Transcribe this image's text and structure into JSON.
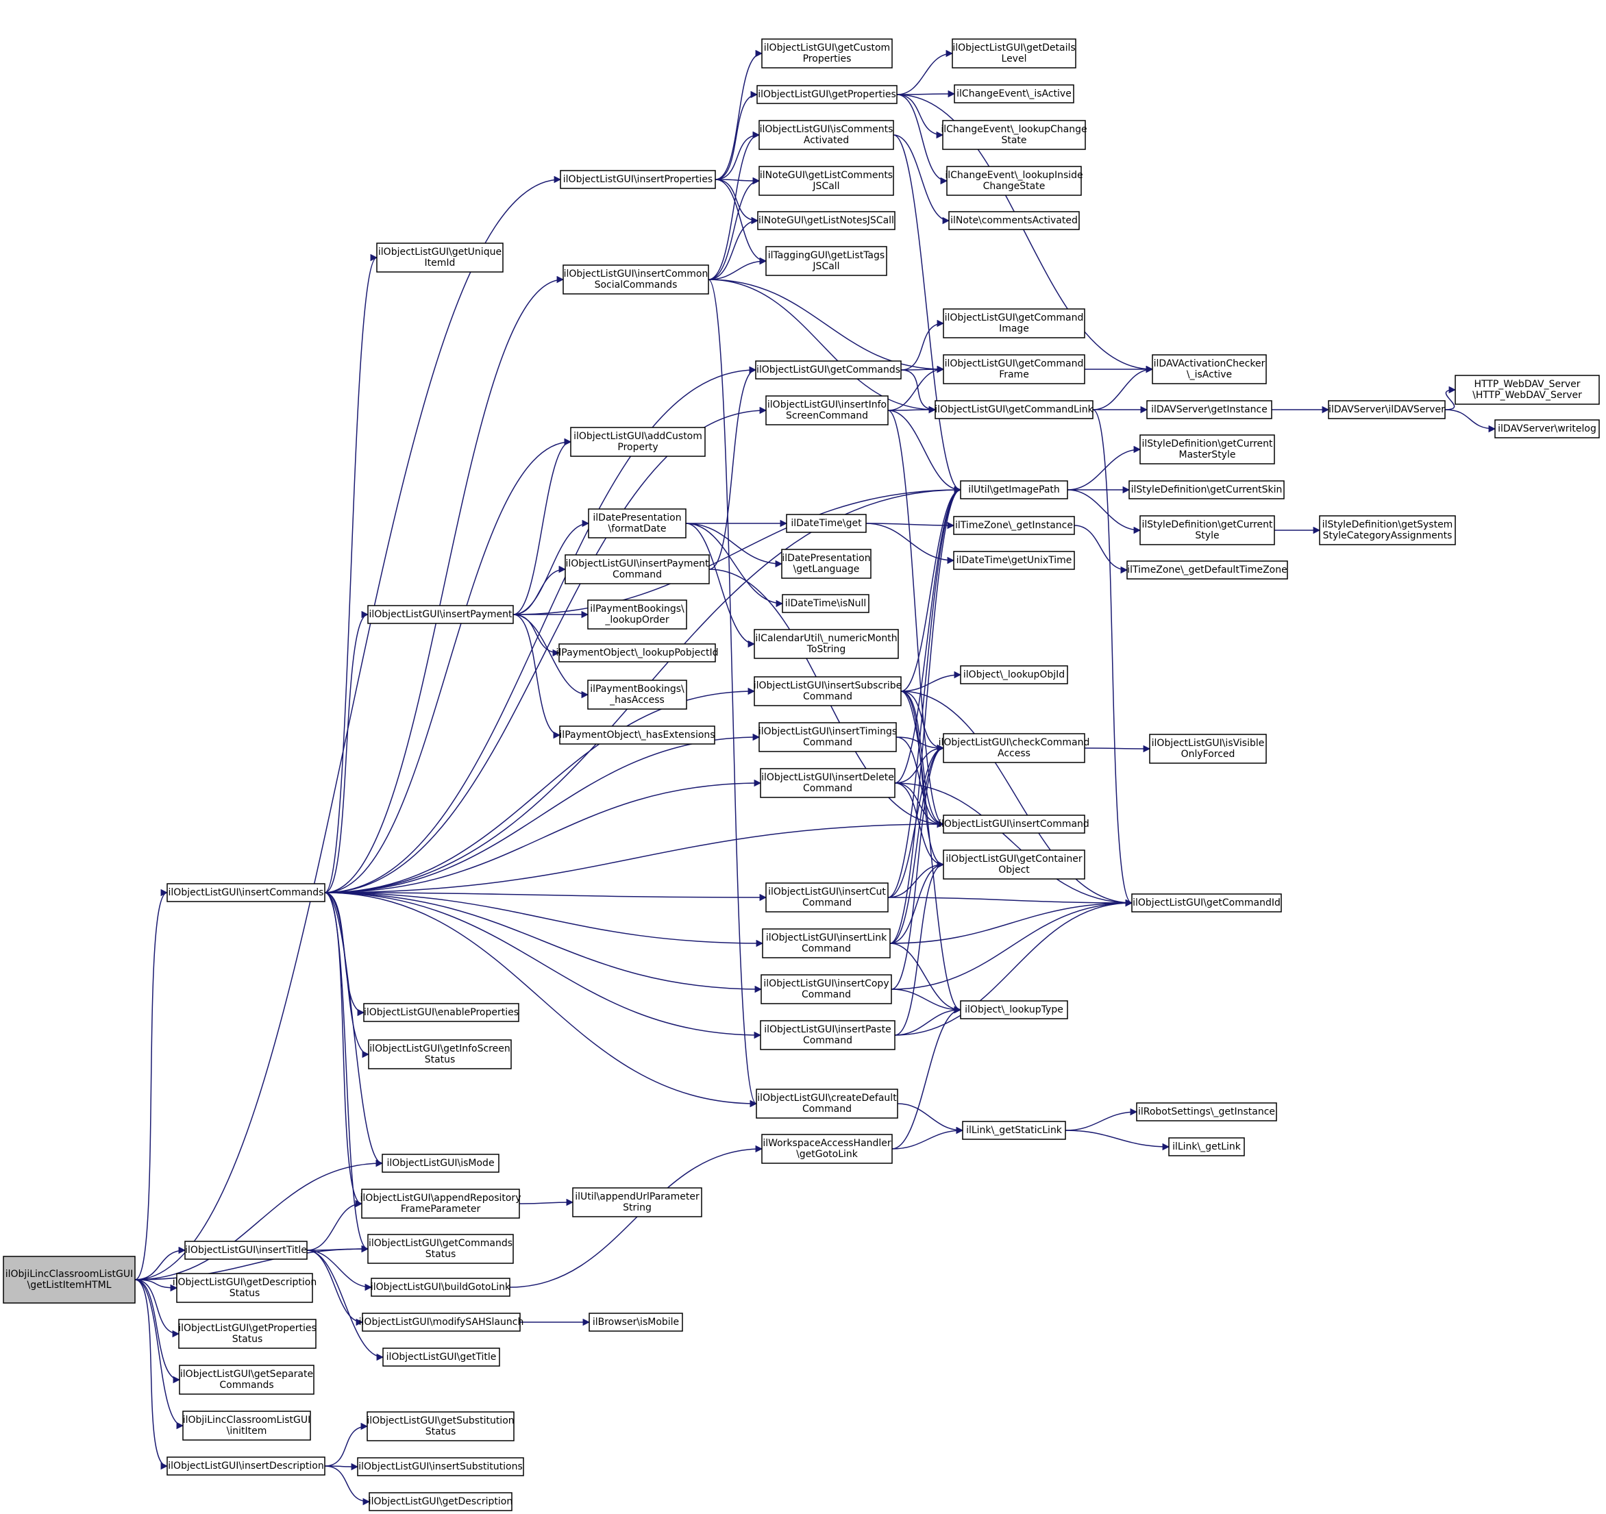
{
  "root": "ilObjiLincClassroomListGUI\\getListItemHTML",
  "colors": {
    "edge": "#191970",
    "node_border": "#000000",
    "node_fill": "#ffffff",
    "root_fill": "#bfbfbf"
  },
  "nodes": {
    "root": [
      "ilObjiLincClassroomListGUI",
      "\\getListItemHTML"
    ],
    "insertCommands": [
      "ilObjectListGUI\\insertCommands"
    ],
    "insertTitle": [
      "ilObjectListGUI\\insertTitle"
    ],
    "getDescriptionStatus": [
      "ilObjectListGUI\\getDescription",
      "Status"
    ],
    "getPropertiesStatus": [
      "ilObjectListGUI\\getProperties",
      "Status"
    ],
    "getSeparateCommands": [
      "ilObjectListGUI\\getSeparate",
      "Commands"
    ],
    "initItem": [
      "ilObjiLincClassroomListGUI",
      "\\initItem"
    ],
    "insertDescription": [
      "ilObjectListGUI\\insertDescription"
    ],
    "insertProperties": [
      "ilObjectListGUI\\insertProperties"
    ],
    "getUniqueItemId": [
      "ilObjectListGUI\\getUnique",
      "ItemId"
    ],
    "insertCommonSocialCommands": [
      "ilObjectListGUI\\insertCommon",
      "SocialCommands"
    ],
    "addCustomProperty": [
      "ilObjectListGUI\\addCustom",
      "Property"
    ],
    "insertPayment": [
      "ilObjectListGUI\\insertPayment"
    ],
    "enableProperties": [
      "ilObjectListGUI\\enableProperties"
    ],
    "getInfoScreenStatus": [
      "ilObjectListGUI\\getInfoScreen",
      "Status"
    ],
    "isMode": [
      "ilObjectListGUI\\isMode"
    ],
    "appendRepositoryFrameParameter": [
      "ilObjectListGUI\\appendRepository",
      "FrameParameter"
    ],
    "getCommandsStatus": [
      "ilObjectListGUI\\getCommands",
      "Status"
    ],
    "buildGotoLink": [
      "ilObjectListGUI\\buildGotoLink"
    ],
    "modifySAHSlaunch": [
      "ilObjectListGUI\\modifySAHSlaunch"
    ],
    "getTitle": [
      "ilObjectListGUI\\getTitle"
    ],
    "getSubstitutionStatus": [
      "ilObjectListGUI\\getSubstitution",
      "Status"
    ],
    "insertSubstitutions": [
      "ilObjectListGUI\\insertSubstitutions"
    ],
    "getDescription": [
      "ilObjectListGUI\\getDescription"
    ],
    "getCustomProperties": [
      "ilObjectListGUI\\getCustom",
      "Properties"
    ],
    "getProperties": [
      "ilObjectListGUI\\getProperties"
    ],
    "isCommentsActivated": [
      "ilObjectListGUI\\isComments",
      "Activated"
    ],
    "getListCommentsJSCall": [
      "ilNoteGUI\\getListComments",
      "JSCall"
    ],
    "getListNotesJSCall": [
      "ilNoteGUI\\getListNotesJSCall"
    ],
    "getListTagsJSCall": [
      "ilTaggingGUI\\getListTags",
      "JSCall"
    ],
    "getCommands": [
      "ilObjectListGUI\\getCommands"
    ],
    "insertInfoScreenCommand": [
      "ilObjectListGUI\\insertInfo",
      "ScreenCommand"
    ],
    "formatDate": [
      "ilDatePresentation",
      "\\formatDate"
    ],
    "insertPaymentCommand": [
      "ilObjectListGUI\\insertPayment",
      "Command"
    ],
    "lookupOrder": [
      "ilPaymentBookings\\",
      "_lookupOrder"
    ],
    "lookupPobjectId": [
      "ilPaymentObject\\_lookupPobjectId"
    ],
    "hasAccess": [
      "ilPaymentBookings\\",
      "_hasAccess"
    ],
    "hasExtensions": [
      "ilPaymentObject\\_hasExtensions"
    ],
    "insertSubscribeCommand": [
      "ilObjectListGUI\\insertSubscribe",
      "Command"
    ],
    "insertTimingsCommand": [
      "ilObjectListGUI\\insertTimings",
      "Command"
    ],
    "insertDeleteCommand": [
      "ilObjectListGUI\\insertDelete",
      "Command"
    ],
    "insertCutCommand": [
      "ilObjectListGUI\\insertCut",
      "Command"
    ],
    "insertLinkCommand": [
      "ilObjectListGUI\\insertLink",
      "Command"
    ],
    "insertCopyCommand": [
      "ilObjectListGUI\\insertCopy",
      "Command"
    ],
    "insertPasteCommand": [
      "ilObjectListGUI\\insertPaste",
      "Command"
    ],
    "createDefaultCommand": [
      "ilObjectListGUI\\createDefault",
      "Command"
    ],
    "getGotoLink": [
      "ilWorkspaceAccessHandler",
      "\\getGotoLink"
    ],
    "appendUrlParameterString": [
      "ilUtil\\appendUrlParameter",
      "String"
    ],
    "isMobile": [
      "ilBrowser\\isMobile"
    ],
    "dateTimeGet": [
      "ilDateTime\\get"
    ],
    "getLanguage": [
      "ilDatePresentation",
      "\\getLanguage"
    ],
    "isNull": [
      "ilDateTime\\isNull"
    ],
    "numericMonthToString": [
      "ilCalendarUtil\\_numericMonth",
      "ToString"
    ],
    "getDetailsLevel": [
      "ilObjectListGUI\\getDetails",
      "Level"
    ],
    "changeEventIsActive": [
      "ilChangeEvent\\_isActive"
    ],
    "lookupChangeState": [
      "ilChangeEvent\\_lookupChange",
      "State"
    ],
    "lookupInsideChangeState": [
      "ilChangeEvent\\_lookupInside",
      "ChangeState"
    ],
    "commentsActivated": [
      "ilNote\\commentsActivated"
    ],
    "getCommandImage": [
      "ilObjectListGUI\\getCommand",
      "Image"
    ],
    "getCommandFrame": [
      "ilObjectListGUI\\getCommand",
      "Frame"
    ],
    "getCommandLink": [
      "ilObjectListGUI\\getCommandLink"
    ],
    "getImagePath": [
      "ilUtil\\getImagePath"
    ],
    "timeZoneGetInstance": [
      "ilTimeZone\\_getInstance"
    ],
    "getUnixTime": [
      "ilDateTime\\getUnixTime"
    ],
    "lookupObjId": [
      "ilObject\\_lookupObjId"
    ],
    "checkCommandAccess": [
      "ilObjectListGUI\\checkCommand",
      "Access"
    ],
    "insertCommand": [
      "ilObjectListGUI\\insertCommand"
    ],
    "getContainerObject": [
      "ilObjectListGUI\\getContainer",
      "Object"
    ],
    "lookupType": [
      "ilObject\\_lookupType"
    ],
    "getStaticLink": [
      "ilLink\\_getStaticLink"
    ],
    "davActivationIsActive": [
      "ilDAVActivationChecker",
      "\\_isActive"
    ],
    "davServerGetInstance": [
      "ilDAVServer\\getInstance"
    ],
    "getCurrentMasterStyle": [
      "ilStyleDefinition\\getCurrent",
      "MasterStyle"
    ],
    "getCurrentSkin": [
      "ilStyleDefinition\\getCurrentSkin"
    ],
    "getCurrentStyle": [
      "ilStyleDefinition\\getCurrent",
      "Style"
    ],
    "getDefaultTimeZone": [
      "ilTimeZone\\_getDefaultTimeZone"
    ],
    "isVisibleOnlyForced": [
      "ilObjectListGUI\\isVisible",
      "OnlyForced"
    ],
    "getCommandId": [
      "ilObjectListGUI\\getCommandId"
    ],
    "robotGetInstance": [
      "ilRobotSettings\\_getInstance"
    ],
    "getLink": [
      "ilLink\\_getLink"
    ],
    "ilDAVServer": [
      "ilDAVServer\\ilDAVServer"
    ],
    "getSystemStyleCategoryAssignments": [
      "ilStyleDefinition\\getSystem",
      "StyleCategoryAssignments"
    ],
    "httpWebDAVServer": [
      "HTTP_WebDAV_Server",
      "\\HTTP_WebDAV_Server"
    ],
    "writelog": [
      "ilDAVServer\\writelog"
    ]
  }
}
